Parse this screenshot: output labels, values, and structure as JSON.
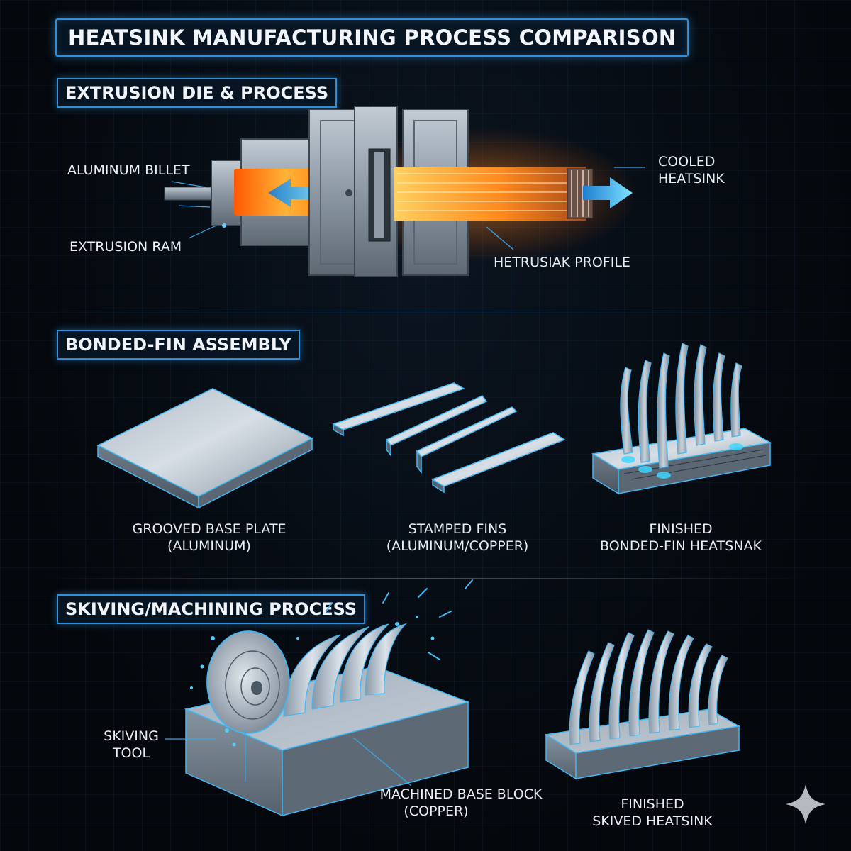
{
  "title": "HEATSINK MANUFACTURING PROCESS COMPARISON",
  "sections": {
    "extrusion": {
      "heading": "EXTRUSION DIE & PROCESS",
      "labels": {
        "billet": "ALUMINUM BILLET",
        "ram": "EXTRUSION RAM",
        "cooled_line1": "COOLED",
        "cooled_line2": "HEATSINK",
        "profile": "HETRUSIAK PROFILE"
      }
    },
    "bonded": {
      "heading": "BONDED-FIN ASSEMBLY",
      "labels": {
        "base_line1": "GROOVED BASE PLATE",
        "base_line2": "(ALUMINUM)",
        "fins_line1": "STAMPED FINS",
        "fins_line2": "(ALUMINUM/COPPER)",
        "finished_line1": "FINISHED",
        "finished_line2": "BONDED-FIN HEATSNAK"
      }
    },
    "skiving": {
      "heading": "SKIVING/MACHINING PROCESS",
      "labels": {
        "tool_line1": "SKIVING",
        "tool_line2": "TOOL",
        "block_line1": "MACHINED BASE BLOCK",
        "block_line2": "(COPPER)",
        "finished_line1": "FINISHED",
        "finished_line2": "SKIVED HEATSINK"
      }
    }
  },
  "colors": {
    "accent": "#2f8fd8",
    "hot": "#ff8a1e",
    "metal": "#9aa8b6",
    "glow": "#3fc6ff"
  },
  "icons": [
    "sparkle-icon"
  ]
}
